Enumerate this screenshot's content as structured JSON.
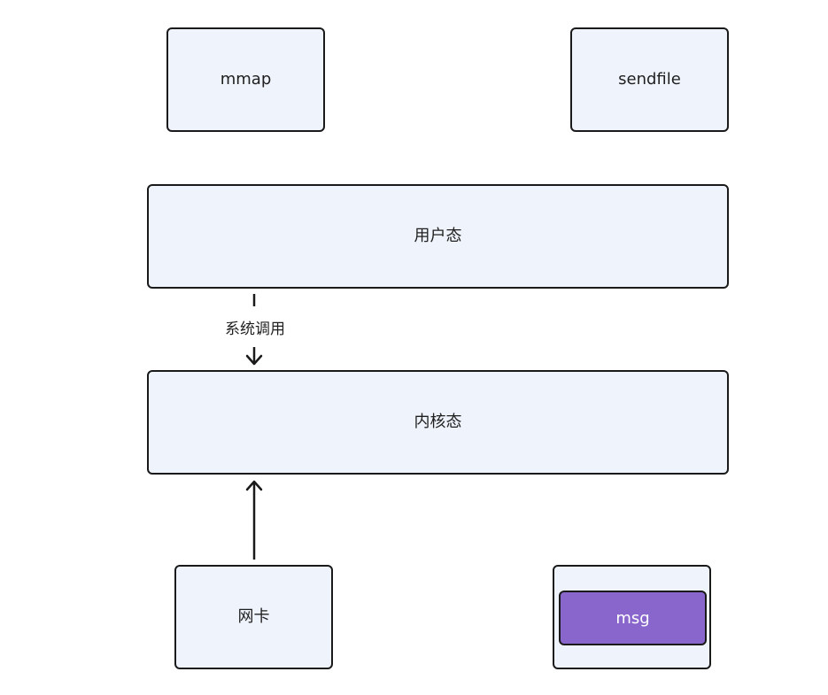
{
  "nodes": {
    "mmap": "mmap",
    "sendfile": "sendfile",
    "user_space": "用户态",
    "kernel_space": "内核态",
    "nic": "网卡",
    "msg": "msg"
  },
  "edges": {
    "syscall_label": "系统调用"
  },
  "colors": {
    "node_fill": "#eff3fb",
    "node_border": "#1a1a1a",
    "msg_fill": "#8866cc",
    "msg_text": "#ffffff"
  }
}
